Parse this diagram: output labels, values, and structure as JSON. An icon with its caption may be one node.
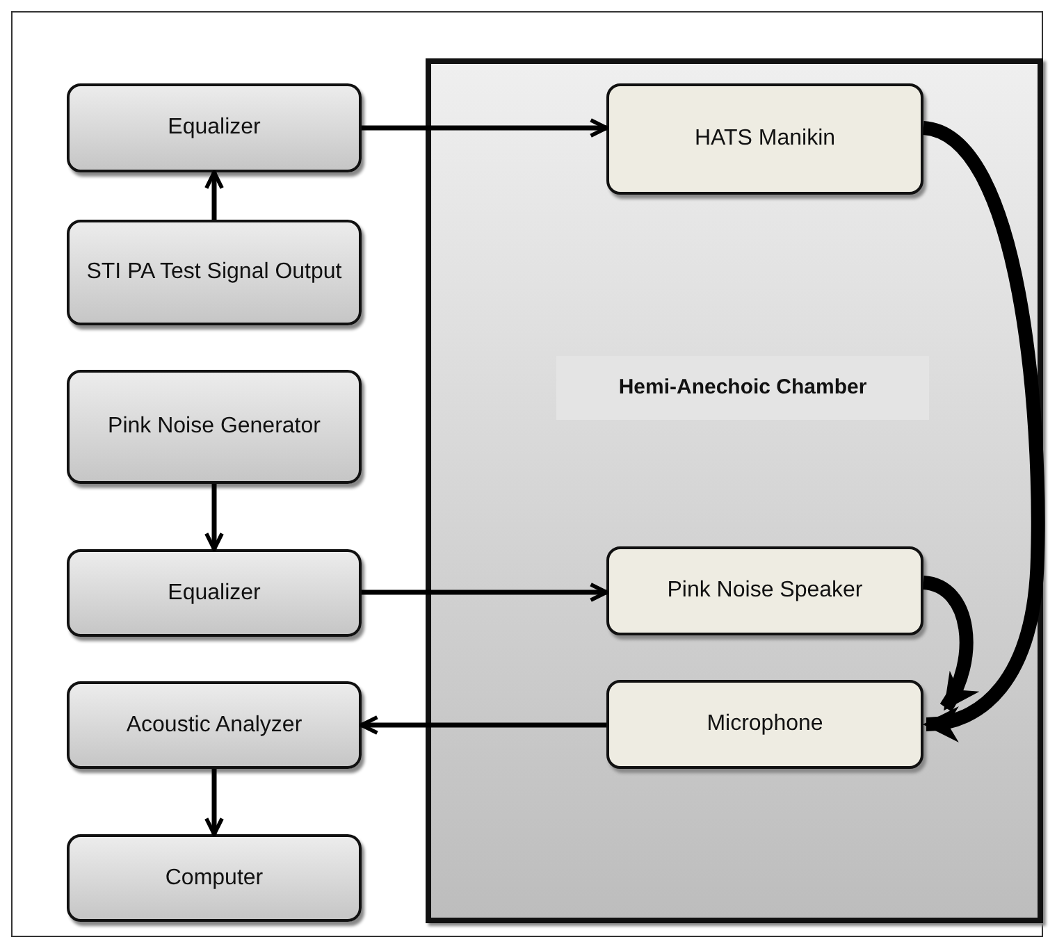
{
  "diagram": {
    "nodes": [
      {
        "text": [
          "Equalizer"
        ]
      },
      {
        "text": [
          "STI PA Test Signal Output"
        ]
      },
      {
        "text": [
          "Pink Noise Generator"
        ]
      },
      {
        "text": [
          "Equalizer"
        ]
      },
      {
        "text": [
          "Acoustic Analyzer"
        ]
      },
      {
        "text": [
          "Computer"
        ]
      },
      {
        "text": [
          "Hemi-Anechoic Chamber"
        ]
      },
      {
        "text": [
          "HATS Manikin"
        ],
        "in": 6
      },
      {
        "text": [
          "Pink Noise Speaker"
        ],
        "in": 6
      },
      {
        "text": [
          "Microphone"
        ],
        "in": 6
      }
    ],
    "edges": [
      {
        "from": 1,
        "to": 0,
        "arrow": "to"
      },
      {
        "from": 0,
        "to": 7,
        "arrow": "to"
      },
      {
        "from": 2,
        "to": 3,
        "arrow": "to"
      },
      {
        "from": 3,
        "to": 8,
        "arrow": "to"
      },
      {
        "from": 9,
        "to": 4,
        "arrow": "to"
      },
      {
        "from": 4,
        "to": 5,
        "arrow": "to"
      },
      {
        "from": 7,
        "to": 9,
        "arrow": "to",
        "style": "thick"
      },
      {
        "from": 8,
        "to": 9,
        "arrow": "to",
        "style": "thick"
      }
    ]
  }
}
